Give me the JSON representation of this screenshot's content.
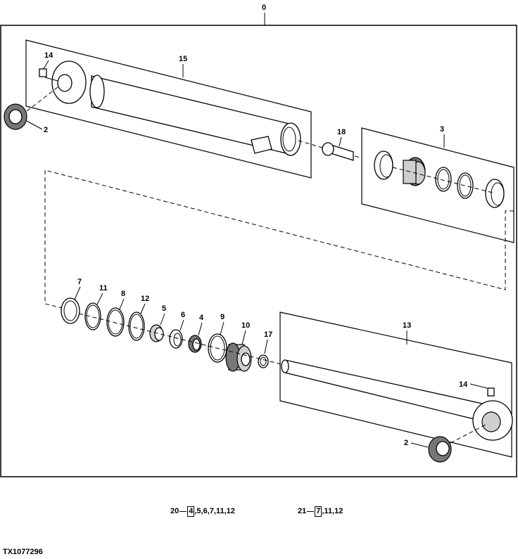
{
  "diagram": {
    "assembly_callout": "0",
    "callouts": {
      "c15": "15",
      "c14a": "14",
      "c2a": "2",
      "c18": "18",
      "c3": "3",
      "c7": "7",
      "c11": "11",
      "c8": "8",
      "c12": "12",
      "c5": "5",
      "c6": "6",
      "c4": "4",
      "c9": "9",
      "c10": "10",
      "c17": "17",
      "c13": "13",
      "c14b": "14",
      "c2b": "2"
    },
    "kits": [
      {
        "number": "20",
        "first": "4",
        "rest": ",5,6,7,11,12"
      },
      {
        "number": "21",
        "first": "7",
        "rest": ",11,12"
      }
    ],
    "figure_id": "TX1077296"
  }
}
